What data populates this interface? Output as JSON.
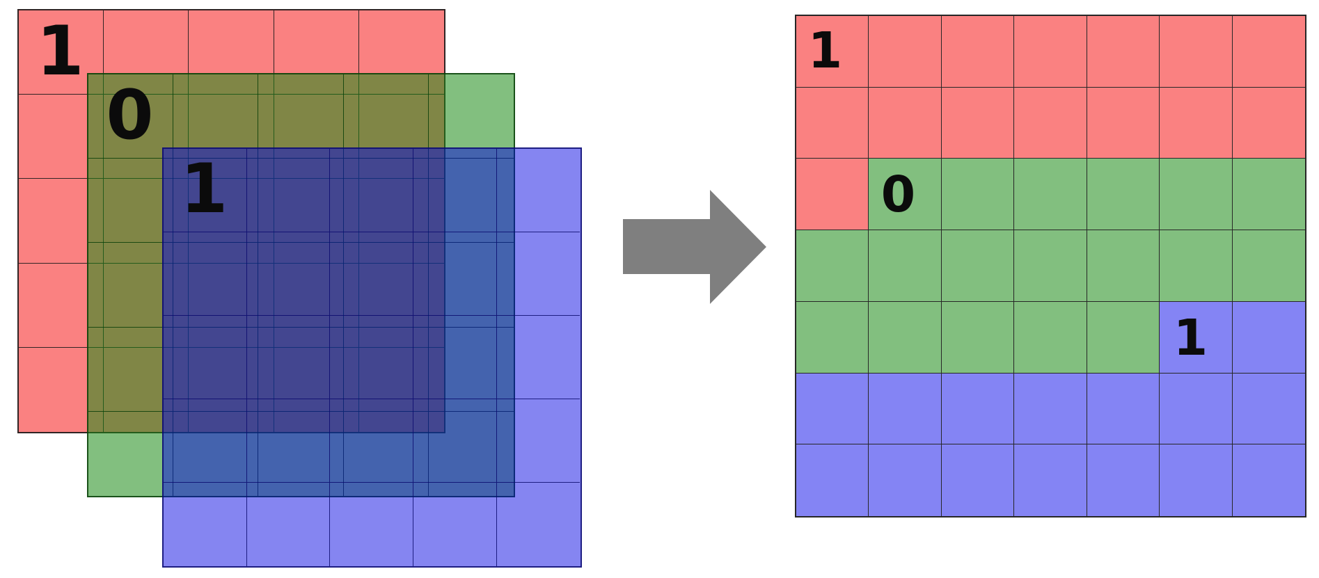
{
  "left_stack": {
    "layers": [
      {
        "id": "red",
        "rows": 5,
        "cols": 5,
        "label": "1",
        "label_cell": {
          "row": 0,
          "col": 0
        },
        "fill": "#fa8181",
        "line": "rgba(25,25,25,0.9)"
      },
      {
        "id": "green",
        "rows": 5,
        "cols": 5,
        "label": "0",
        "label_cell": {
          "row": 0,
          "col": 0
        },
        "fill": "rgba(28,139,22,0.55)",
        "line": "rgba(8,62,8,0.85)"
      },
      {
        "id": "blue",
        "rows": 5,
        "cols": 5,
        "label": "1",
        "label_cell": {
          "row": 0,
          "col": 0
        },
        "fill": "rgba(0,0,225,0.48)",
        "line": "rgba(10,10,110,0.85)"
      }
    ]
  },
  "arrow": {
    "direction": "right",
    "color": "#7f7f7f"
  },
  "right_grid": {
    "rows": 7,
    "cols": 7,
    "palette": {
      "R": "#fa8181",
      "G": "#82bf7f",
      "B": "#8484f4"
    },
    "cells": [
      [
        "R",
        "R",
        "R",
        "R",
        "R",
        "R",
        "R"
      ],
      [
        "R",
        "R",
        "R",
        "R",
        "R",
        "R",
        "R"
      ],
      [
        "R",
        "G",
        "G",
        "G",
        "G",
        "G",
        "G"
      ],
      [
        "G",
        "G",
        "G",
        "G",
        "G",
        "G",
        "G"
      ],
      [
        "G",
        "G",
        "G",
        "G",
        "G",
        "B",
        "B"
      ],
      [
        "B",
        "B",
        "B",
        "B",
        "B",
        "B",
        "B"
      ],
      [
        "B",
        "B",
        "B",
        "B",
        "B",
        "B",
        "B"
      ]
    ],
    "line_color": "#262626",
    "labels": [
      {
        "row": 0,
        "col": 0,
        "text": "1"
      },
      {
        "row": 2,
        "col": 1,
        "text": "0"
      },
      {
        "row": 4,
        "col": 5,
        "text": "1"
      }
    ]
  }
}
